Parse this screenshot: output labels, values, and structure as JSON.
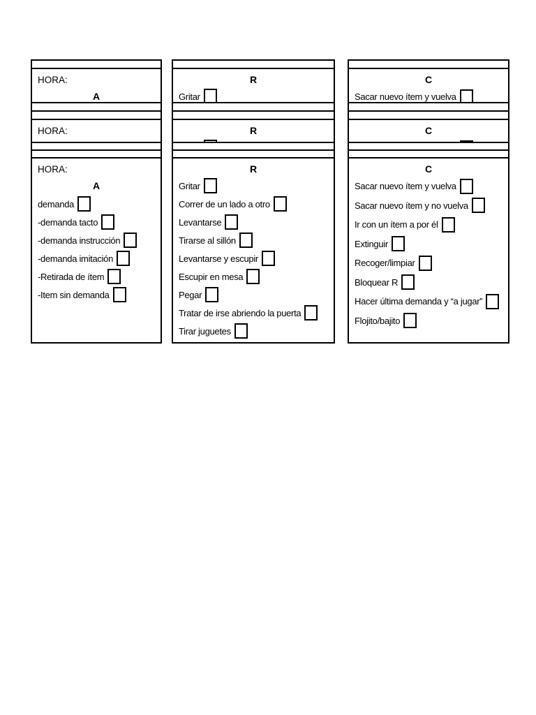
{
  "colors": {
    "page_background": "#ffffff",
    "ink": "#000000"
  },
  "form": {
    "hora_label": "HORA:",
    "columns": [
      {
        "letter": "A",
        "items": [
          "demanda",
          "-demanda tacto",
          "-demanda instrucción",
          "-demanda imitación",
          "-Retirada de ítem",
          "-Item sin demanda"
        ]
      },
      {
        "letter": "R",
        "items": [
          "Gritar",
          "Correr de un lado a otro",
          "Levantarse",
          "Tirarse al sillón",
          "Levantarse y escupir",
          "Escupir en mesa",
          "Pegar",
          "Tratar de irse abriendo la puerta",
          "Tirar juguetes"
        ]
      },
      {
        "letter": "C",
        "items": [
          "Sacar nuevo ítem y vuelva",
          "Sacar nuevo ítem y no vuelva",
          "Ir con un ítem a por él",
          "Extinguir",
          "Recoger/limpiar",
          "Bloquear R",
          "Hacer última demanda y “a jugar”",
          "Flojito/bajito"
        ]
      }
    ]
  },
  "stack": {
    "layer_tops": [
      85,
      97,
      146,
      158,
      170,
      203,
      214,
      225
    ]
  }
}
